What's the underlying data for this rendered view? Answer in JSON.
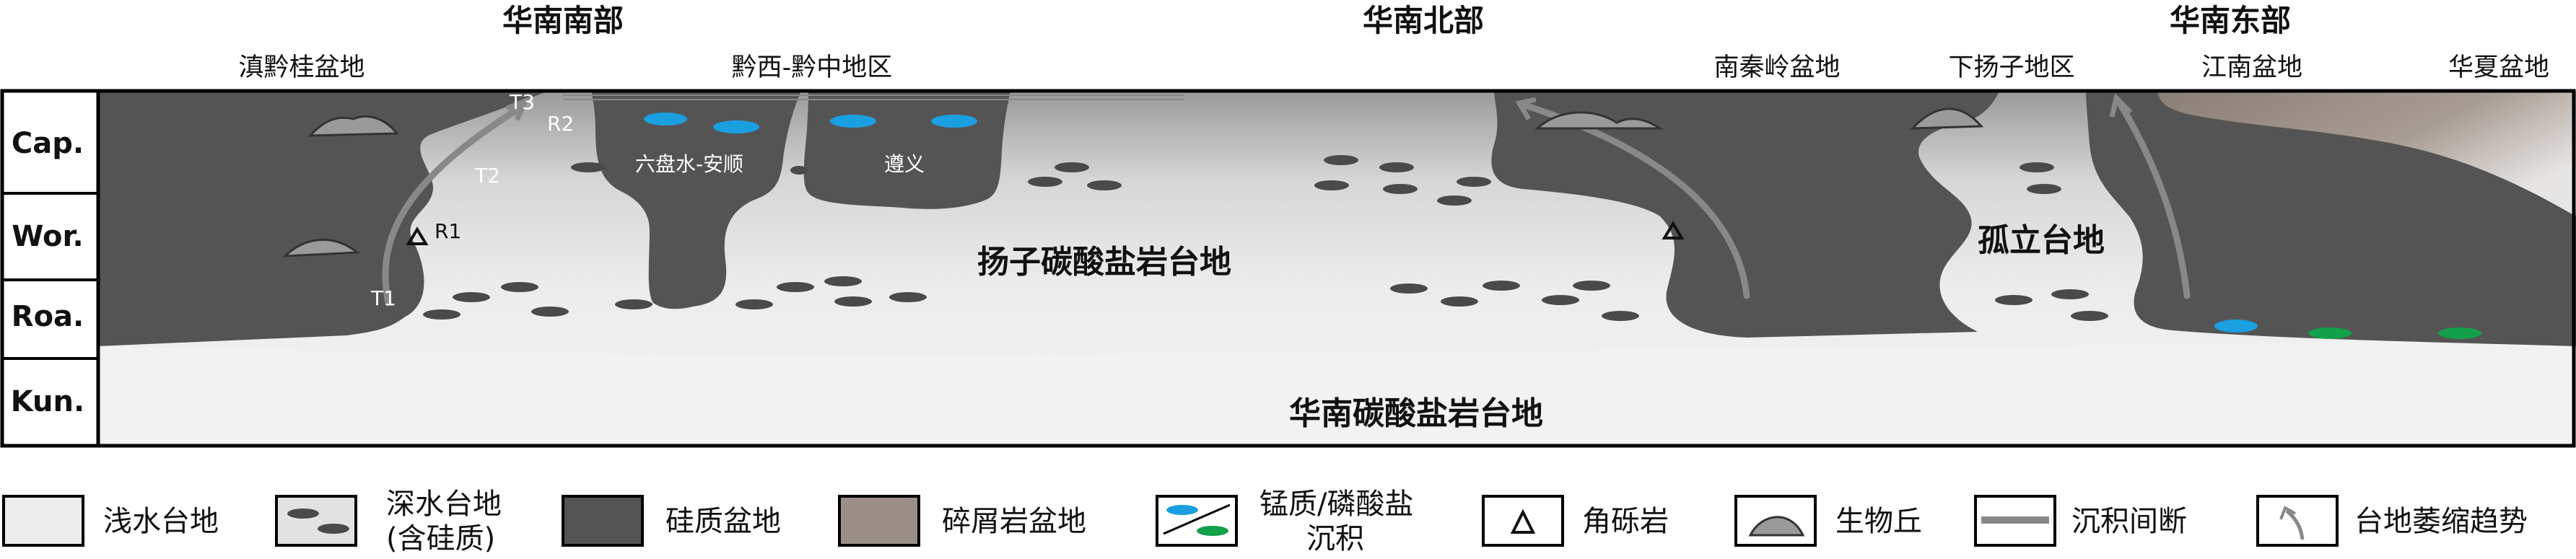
{
  "regions": {
    "south": "华南南部",
    "north": "华南北部",
    "east": "华南东部"
  },
  "subregions": {
    "dianqiangui": "滇黔桂盆地",
    "qianxi": "黔西-黔中地区",
    "nanqinling": "南秦岭盆地",
    "xiayangzi": "下扬子地区",
    "jiangnan": "江南盆地",
    "huaxia": "华夏盆地"
  },
  "stages": [
    "Cap.",
    "Wor.",
    "Roa.",
    "Kun."
  ],
  "labels": {
    "liupanshui": "六盘水-安顺",
    "zunyi": "遵义",
    "yangzi_platform": "扬子碳酸盐岩台地",
    "isolated_platform": "孤立台地",
    "huanan_platform": "华南碳酸盐岩台地",
    "T1": "T1",
    "T2": "T2",
    "T3": "T3",
    "R1": "R1",
    "R2": "R2"
  },
  "legend": {
    "shallow": "浅水台地",
    "deep_line1": "深水台地",
    "deep_line2": "(含硅质)",
    "siliceous": "硅质盆地",
    "clastic": "碎屑岩盆地",
    "mn_line1": "锰质/磷酸盐",
    "mn_line2": "沉积",
    "breccia": "角砾岩",
    "bioherm": "生物丘",
    "hiatus": "沉积间断",
    "shrink": "台地萎缩趋势"
  },
  "colors": {
    "siliceous_basin": "#545454",
    "shallow_platform": "#ececec",
    "clastic_basin": "#9a8e86",
    "manganese": "#1a9fe0",
    "phosphate": "#13a04a"
  }
}
